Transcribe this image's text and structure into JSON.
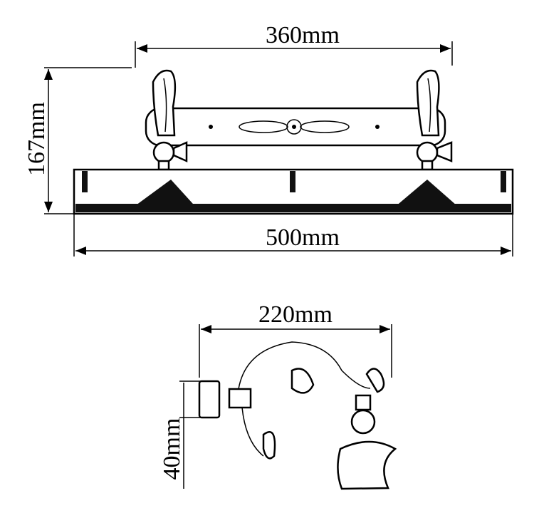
{
  "front_view": {
    "width_arms_label": "360mm",
    "height_label": "167mm",
    "width_total_label": "500mm"
  },
  "side_view": {
    "depth_label": "220mm",
    "mount_height_label": "40mm"
  },
  "colors": {
    "line": "#000000",
    "background": "#ffffff"
  }
}
